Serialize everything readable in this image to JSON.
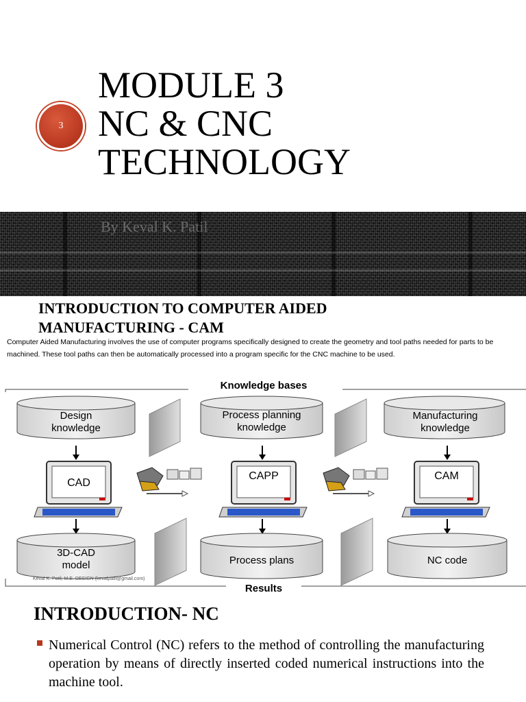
{
  "slide1": {
    "title_lines": [
      "MODULE 3",
      "NC & CNC",
      "TECHNOLOGY"
    ],
    "slide_number": "3",
    "author": "By Keval K. Patil"
  },
  "slide2": {
    "title_line1": "INTRODUCTION TO COMPUTER AIDED",
    "title_line2": "MANUFACTURING - CAM",
    "description": "Computer Aided Manufacturing involves the use of computer programs  specifically designed to create the geometry and tool paths needed for  parts to be machined. These tool paths can then be automatically  processed into a program specific for the CNC machine to be used.",
    "diagram": {
      "top_label": "Knowledge bases",
      "bottom_label": "Results",
      "knowledge": [
        {
          "line1": "Design",
          "line2": "knowledge"
        },
        {
          "line1": "Process planning",
          "line2": "knowledge"
        },
        {
          "line1": "Manufacturing",
          "line2": "knowledge"
        }
      ],
      "systems": [
        "CAD",
        "CAPP",
        "CAM"
      ],
      "results": [
        {
          "line1": "3D-CAD",
          "line2": "model"
        },
        {
          "line1": "Process plans",
          "line2": ""
        },
        {
          "line1": "NC code",
          "line2": ""
        }
      ],
      "watermark": "Keval K. Patil, M.E. DESIGN (kevalpatil@gmail.com)"
    }
  },
  "slide3": {
    "title": "INTRODUCTION- NC",
    "bullet_text": "Numerical Control (NC) refers to the method of controlling the manufacturing operation by means of directly inserted coded numerical instructions into the machine tool."
  },
  "colors": {
    "accent": "#b8371f",
    "author_gray": "#6b6b6b",
    "cylinder_fill": "#e3e3e3",
    "keyboard_blue": "#2b58c8"
  }
}
